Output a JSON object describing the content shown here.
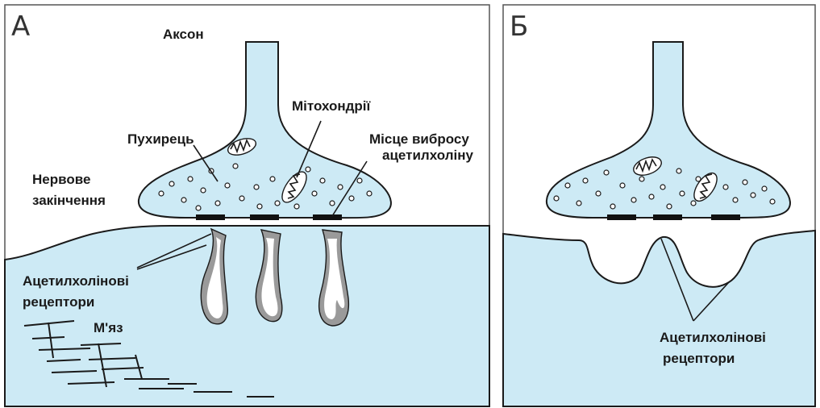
{
  "panels": {
    "a": {
      "letter": "А",
      "labels": {
        "axon": "Аксон",
        "mitochondria": "Мітохондрії",
        "vesicle": "Пухирець",
        "release_site_1": "Місце вибросу",
        "release_site_2": "ацетилхоліну",
        "nerve_ending_1": "Нервове",
        "nerve_ending_2": "закінчення",
        "receptors_1": "Ацетилхолінові",
        "receptors_2": "рецептори",
        "muscle": "М'яз"
      }
    },
    "b": {
      "letter": "Б",
      "labels": {
        "receptors_1": "Ацетилхолінові",
        "receptors_2": "рецептори"
      }
    }
  },
  "colors": {
    "fill_light_blue": "#cdeaf5",
    "outline": "#1a1a1a",
    "fold_grey": "#9a9a9a"
  }
}
